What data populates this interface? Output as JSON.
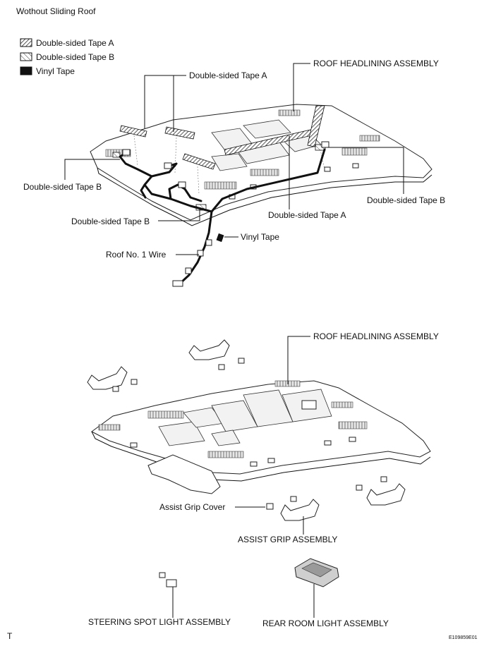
{
  "header": {
    "title": "Wothout Sliding Roof"
  },
  "legend": [
    {
      "label": "Double-sided Tape A"
    },
    {
      "label": "Double-sided Tape B"
    },
    {
      "label": "Vinyl Tape"
    }
  ],
  "upper": {
    "roof_headlining": "ROOF HEADLINING ASSEMBLY",
    "tape_a_top": "Double-sided Tape A",
    "tape_b_left": "Double-sided Tape B",
    "tape_b_right": "Double-sided Tape B",
    "tape_a_bottom": "Double-sided Tape A",
    "tape_b_bottom": "Double-sided Tape B",
    "vinyl_tape": "Vinyl Tape",
    "roof_wire": "Roof No. 1 Wire"
  },
  "lower": {
    "roof_headlining": "ROOF HEADLINING ASSEMBLY",
    "assist_grip_cover": "Assist Grip Cover",
    "assist_grip": "ASSIST GRIP ASSEMBLY",
    "steering_spot_light": "STEERING SPOT LIGHT ASSEMBLY",
    "rear_room_light": "REAR ROOM LIGHT ASSEMBLY"
  },
  "footer": {
    "left_mark": "T",
    "code": "E109859E01"
  }
}
